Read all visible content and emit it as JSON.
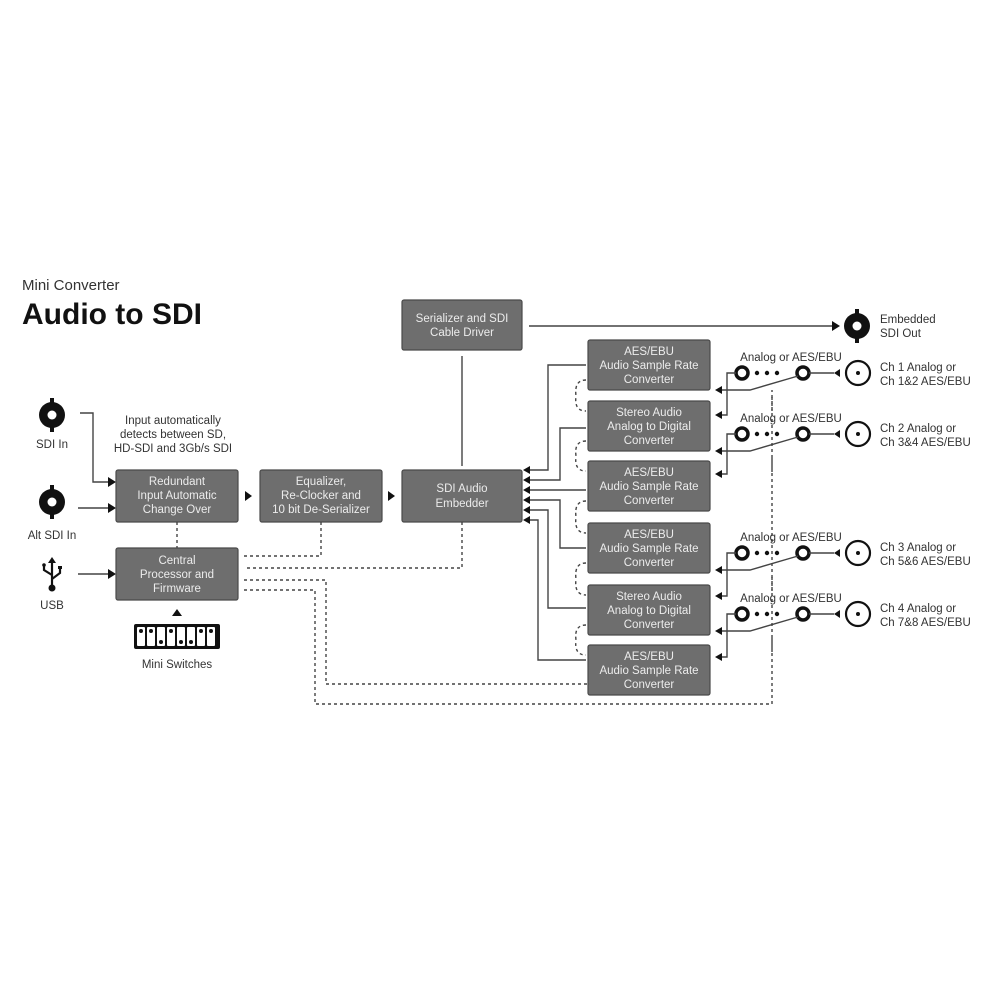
{
  "header": {
    "subtitle": "Mini Converter",
    "title": "Audio to SDI"
  },
  "inputs": {
    "sdi_in": "SDI In",
    "alt_sdi_in": "Alt SDI In",
    "usb": "USB",
    "mini_switches": "Mini Switches",
    "note": [
      "Input automatically",
      "detects between SD,",
      "HD-SDI and 3Gb/s SDI"
    ]
  },
  "blocks": {
    "redundant": [
      "Redundant",
      "Input Automatic",
      "Change Over"
    ],
    "central": [
      "Central",
      "Processor and",
      "Firmware"
    ],
    "equalizer": [
      "Equalizer,",
      "Re-Clocker and",
      "10 bit De-Serializer"
    ],
    "embedder": [
      "SDI Audio",
      "Embedder"
    ],
    "serializer": [
      "Serializer and SDI",
      "Cable Driver"
    ],
    "converters": [
      [
        "AES/EBU",
        "Audio Sample Rate",
        "Converter"
      ],
      [
        "Stereo Audio",
        "Analog to Digital",
        "Converter"
      ],
      [
        "AES/EBU",
        "Audio Sample Rate",
        "Converter"
      ],
      [
        "AES/EBU",
        "Audio Sample Rate",
        "Converter"
      ],
      [
        "Stereo Audio",
        "Analog to Digital",
        "Converter"
      ],
      [
        "AES/EBU",
        "Audio Sample Rate",
        "Converter"
      ]
    ]
  },
  "outputs": {
    "embedded_sdi_out": [
      "Embedded",
      "SDI Out"
    ],
    "switch_label": "Analog or AES/EBU",
    "channels": [
      [
        "Ch 1 Analog or",
        "Ch 1&2 AES/EBU"
      ],
      [
        "Ch 2 Analog or",
        "Ch 3&4 AES/EBU"
      ],
      [
        "Ch 3 Analog or",
        "Ch 5&6 AES/EBU"
      ],
      [
        "Ch 4 Analog or",
        "Ch 7&8 AES/EBU"
      ]
    ]
  }
}
